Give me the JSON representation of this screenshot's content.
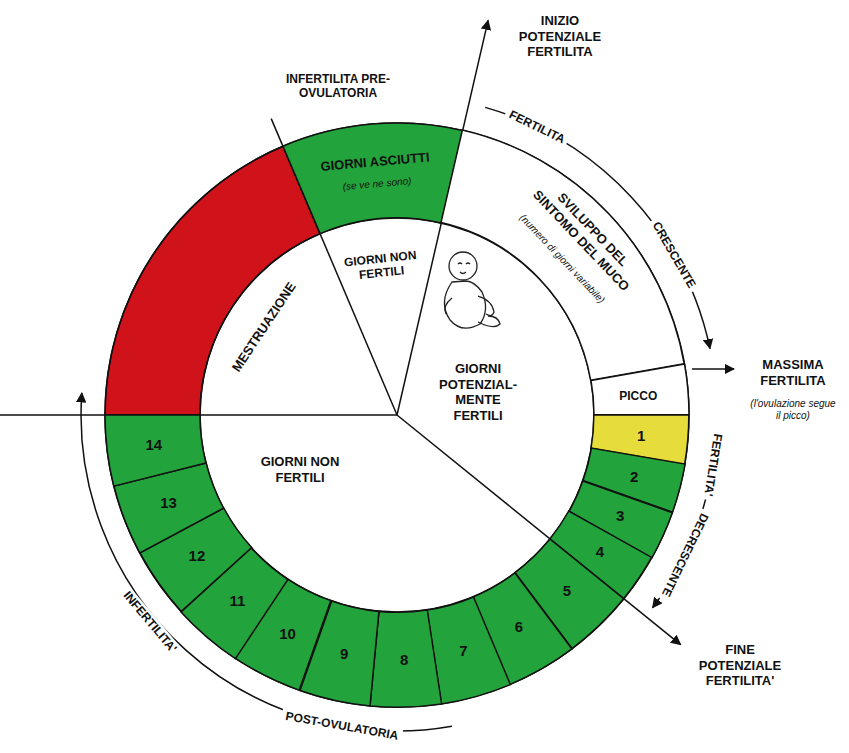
{
  "diagram": {
    "nodes": [
      {
        "text": [
          "GIORNI ASCIUTTI",
          "(se ve ne sono)"
        ]
      },
      {
        "text": [
          "SVILUPPO DEL SINTOMO DEL MUCO",
          "(numero di giorni variabile)"
        ]
      },
      {
        "text": [
          "PICCO"
        ]
      },
      {
        "text": [
          "1"
        ]
      },
      {
        "text": [
          "2"
        ]
      },
      {
        "text": [
          "3"
        ]
      },
      {
        "text": [
          "4"
        ]
      },
      {
        "text": [
          "5"
        ]
      },
      {
        "text": [
          "6"
        ]
      },
      {
        "text": [
          "7"
        ]
      },
      {
        "text": [
          "8"
        ]
      },
      {
        "text": [
          "9"
        ]
      },
      {
        "text": [
          "10"
        ]
      },
      {
        "text": [
          "11"
        ]
      },
      {
        "text": [
          "12"
        ]
      },
      {
        "text": [
          "13"
        ]
      },
      {
        "text": [
          "14"
        ]
      },
      {
        "text": [
          "MESTRUAZIONE"
        ]
      },
      {
        "text": [
          "GIORNI NON FERTILI"
        ]
      },
      {
        "text": [
          "GIORNI POTENZIAL- MENTE FERTILI"
        ]
      },
      {
        "text": [
          "GIORNI NON FERTILI"
        ]
      }
    ],
    "labels": [
      "INFERTILITA PRE-OVULATORIA",
      "INIZIO POTENZIALE FERTILITA",
      "FERTILITA",
      "CRESCENTE",
      "MASSIMA FERTILITA",
      "(l'ovulazione segue il picco)",
      "FERTILITA'",
      "DECRESCENTE",
      "FINE POTENZIALE FERTILITA'",
      "INFERTILITA'",
      "POST-OVULATORIA"
    ]
  }
}
